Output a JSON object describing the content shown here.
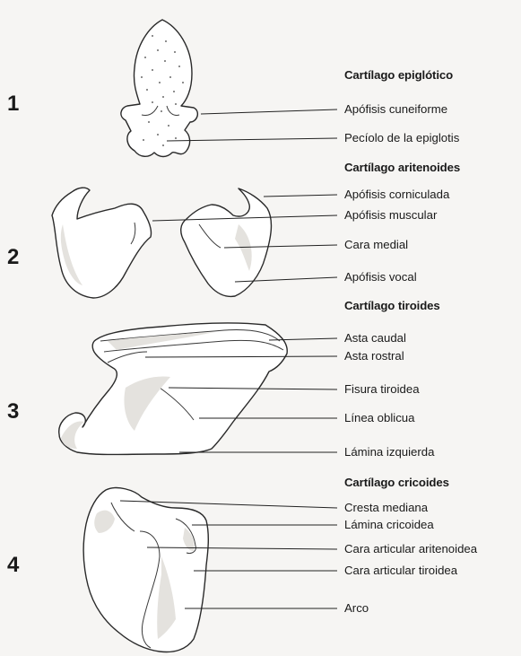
{
  "numbers": [
    "1",
    "2",
    "3",
    "4"
  ],
  "groups": [
    {
      "title": "Cartílago epiglótico",
      "labels": [
        "Apófisis cuneiforme",
        "Pecíolo de la epiglotis"
      ]
    },
    {
      "title": "Cartílago aritenoides",
      "labels": [
        "Apófisis corniculada",
        "Apófisis muscular",
        "Cara medial",
        "Apófisis vocal"
      ]
    },
    {
      "title": "Cartílago tiroides",
      "labels": [
        "Asta caudal",
        "Asta rostral",
        "Fisura tiroidea",
        "Línea oblicua",
        "Lámina izquierda"
      ]
    },
    {
      "title": "Cartílago cricoides",
      "labels": [
        "Cresta mediana",
        "Lámina cricoidea",
        "Cara articular aritenoidea",
        "Cara articular tiroidea",
        "Arco"
      ]
    }
  ]
}
